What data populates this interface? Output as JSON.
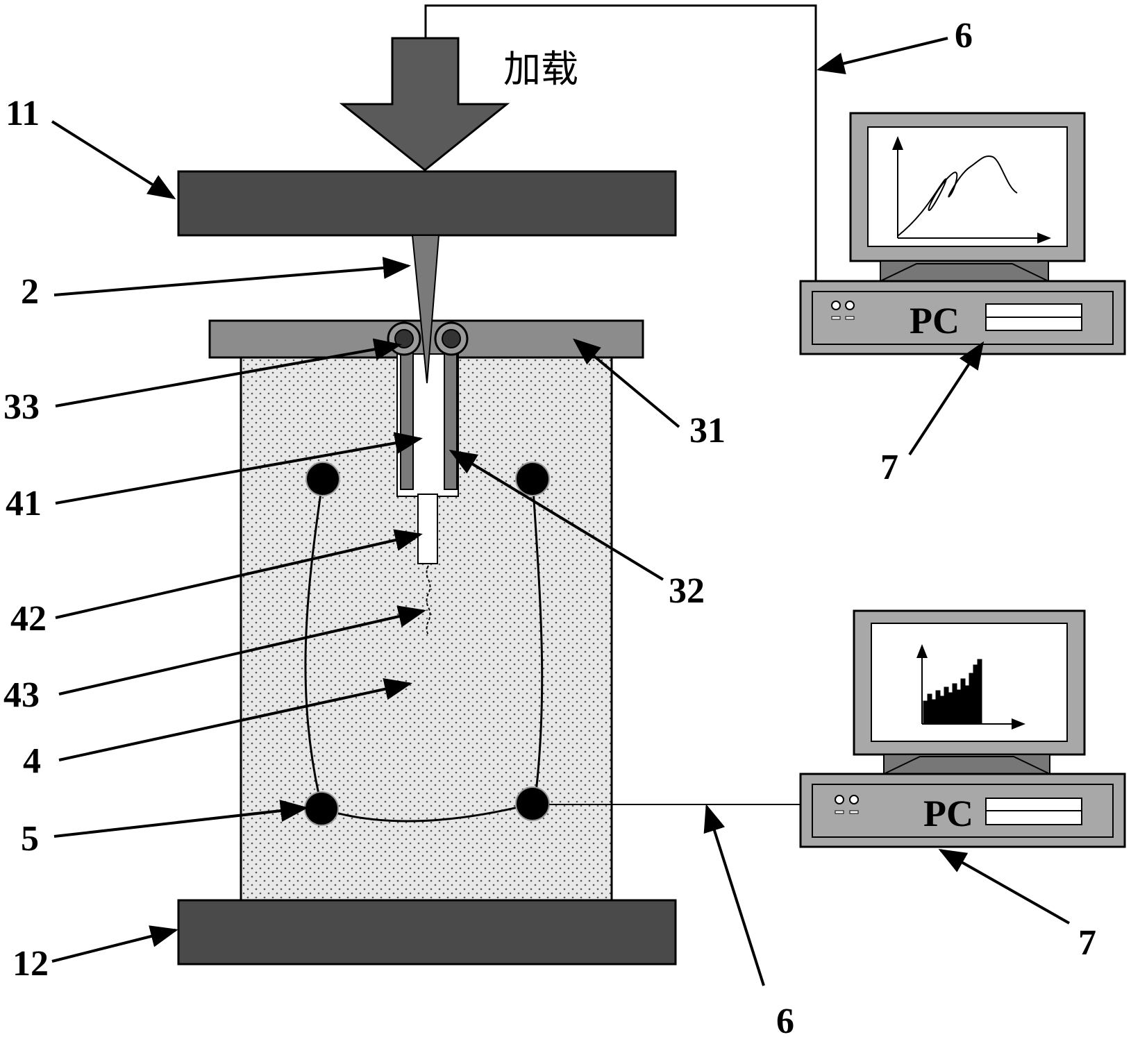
{
  "load_label": "加载",
  "callouts": [
    {
      "id": "platen-top",
      "text": "11"
    },
    {
      "id": "indenter",
      "text": "2"
    },
    {
      "id": "guide-ring",
      "text": "33"
    },
    {
      "id": "cover-plate",
      "text": "31"
    },
    {
      "id": "borehole",
      "text": "41"
    },
    {
      "id": "guide-tube",
      "text": "32"
    },
    {
      "id": "notch",
      "text": "42"
    },
    {
      "id": "crack",
      "text": "43"
    },
    {
      "id": "specimen",
      "text": "4"
    },
    {
      "id": "sensor",
      "text": "5"
    },
    {
      "id": "platen-bottom",
      "text": "12"
    },
    {
      "id": "cable-top",
      "text": "6"
    },
    {
      "id": "cable-bottom",
      "text": "6"
    },
    {
      "id": "pc-top",
      "text": "7"
    },
    {
      "id": "pc-bottom",
      "text": "7"
    }
  ],
  "computers": [
    {
      "label": "PC",
      "screen_chart": "line"
    },
    {
      "label": "PC",
      "screen_chart": "bar"
    }
  ],
  "colors": {
    "platen": "#4a4a4a",
    "cover_plate": "#8c8c8c",
    "specimen_fill": "#e6e6e6",
    "monitor_frame": "#a8a8a8",
    "sensor": "#000000"
  }
}
